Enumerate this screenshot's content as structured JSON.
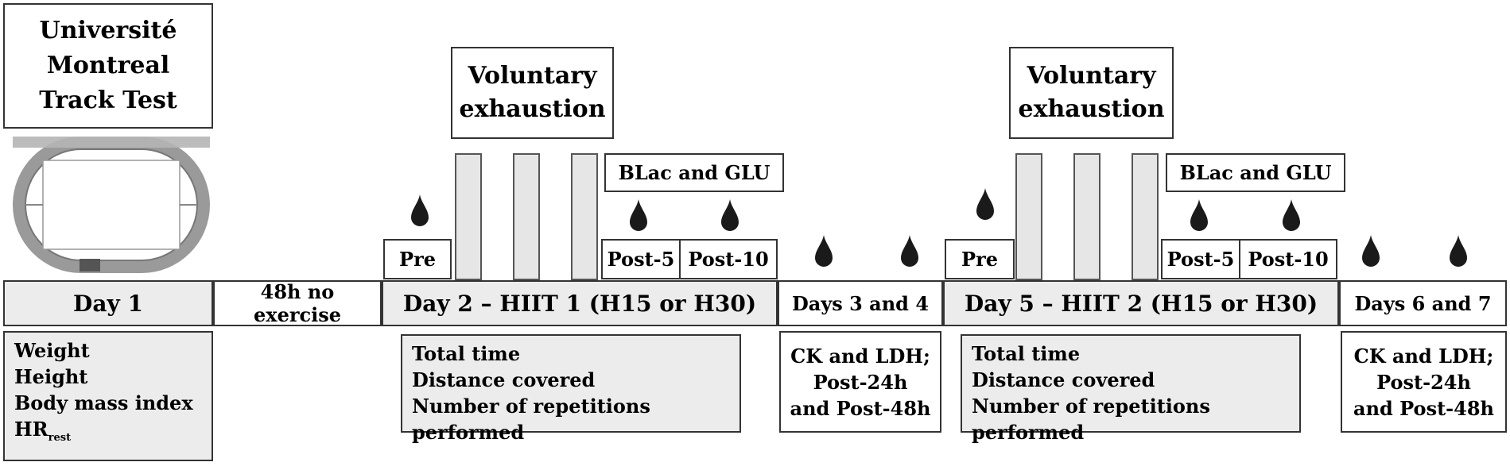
{
  "test": {
    "line1": "Université",
    "line2": "Montreal",
    "line3": "Track Test"
  },
  "timeline": {
    "day1": "Day 1",
    "rest": "48h no exercise",
    "day2": "Day 2 – HIIT 1 (H15 or H30)",
    "days34": "Days 3 and 4",
    "day5": "Day 5 – HIIT 2 (H15 or H30)",
    "days67": "Days 6 and 7"
  },
  "session1": {
    "voluntary_line1": "Voluntary",
    "voluntary_line2": "exhaustion",
    "blac": "BLac and GLU",
    "pre": "Pre",
    "post5": "Post-5",
    "post10": "Post-10"
  },
  "session2": {
    "voluntary_line1": "Voluntary",
    "voluntary_line2": "exhaustion",
    "blac": "BLac and GLU",
    "pre": "Pre",
    "post5": "Post-5",
    "post10": "Post-10"
  },
  "day1_measures": {
    "weight": "Weight",
    "height": "Height",
    "bmi": "Body mass index",
    "hr": "HR",
    "hr_sub": "rest"
  },
  "hiit1_measures": {
    "total_time": "Total time",
    "distance": "Distance covered",
    "reps": "Number of repetitions performed"
  },
  "hiit2_measures": {
    "total_time": "Total time",
    "distance": "Distance covered",
    "reps": "Number of repetitions performed"
  },
  "ck34": {
    "line1": "CK and LDH;",
    "line2": "Post-24h",
    "line3": "and Post-48h"
  },
  "ck67": {
    "line1": "CK and LDH;",
    "line2": "Post-24h",
    "line3": "and Post-48h"
  },
  "icons": {
    "drop": "blood-drop-icon",
    "track": "running-track-icon"
  },
  "colors": {
    "box_fill": "#ececec",
    "border": "#333333",
    "drop": "#1a1a1a"
  }
}
